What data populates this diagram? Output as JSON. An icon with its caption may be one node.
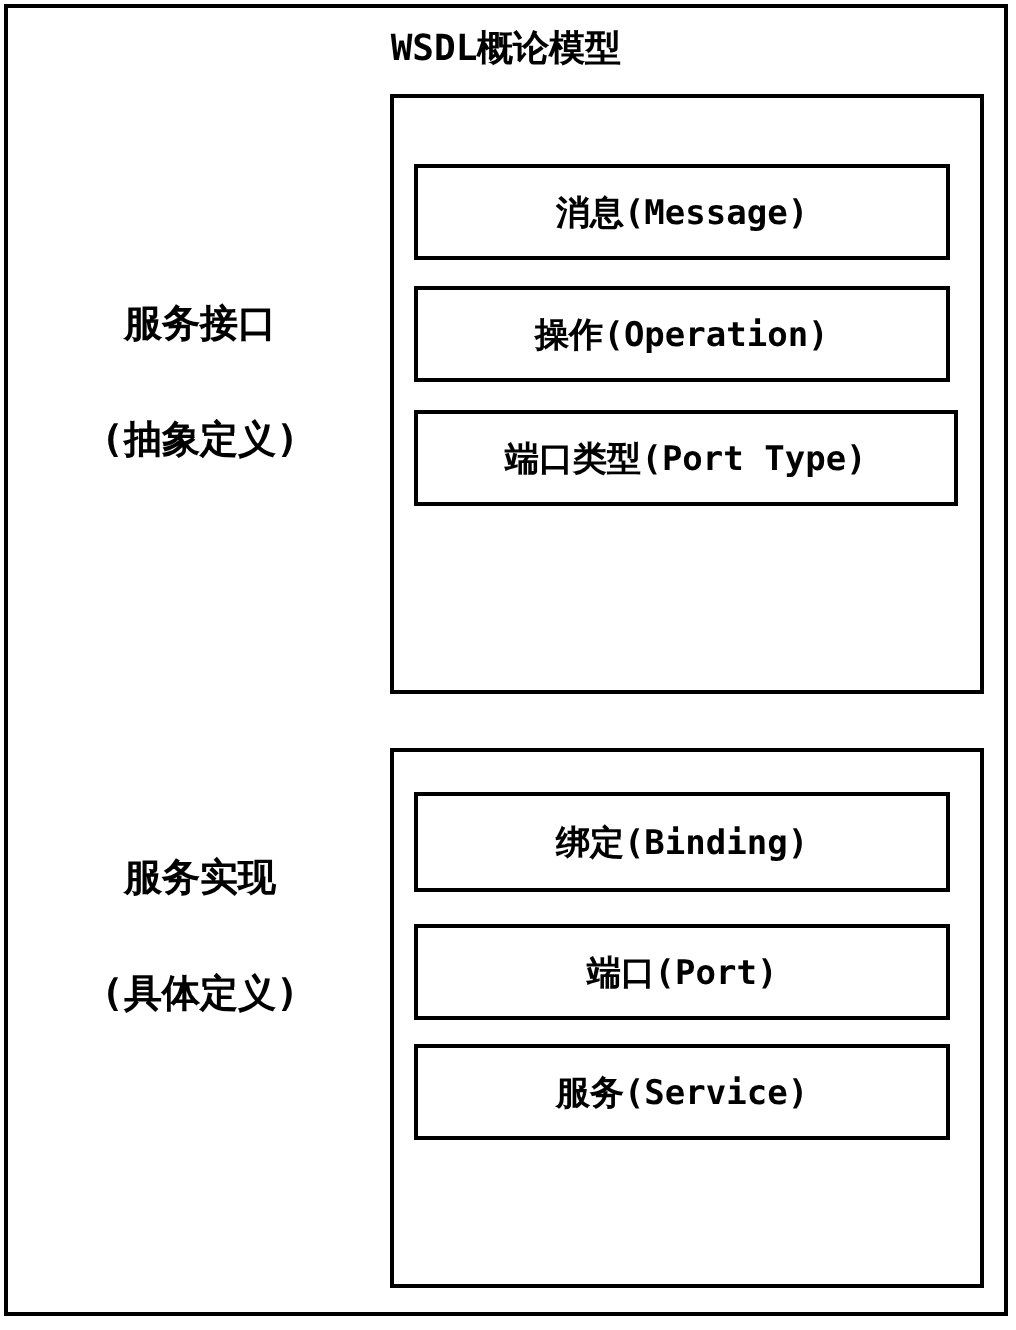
{
  "diagram": {
    "nodes": [
      {
        "text": [
          "WSDL概论模型"
        ]
      },
      {
        "text": [
          "服务接口",
          "(抽象定义)"
        ],
        "in": 0
      },
      {
        "text": [
          "消息(Message)"
        ],
        "in": 1
      },
      {
        "text": [
          "操作(Operation)"
        ],
        "in": 1
      },
      {
        "text": [
          "端口类型(Port Type)"
        ],
        "in": 1
      },
      {
        "text": [
          "服务实现",
          "(具体定义)"
        ],
        "in": 0
      },
      {
        "text": [
          "绑定(Binding)"
        ],
        "in": 5
      },
      {
        "text": [
          "端口(Port)"
        ],
        "in": 5
      },
      {
        "text": [
          "服务(Service)"
        ],
        "in": 5
      }
    ]
  }
}
